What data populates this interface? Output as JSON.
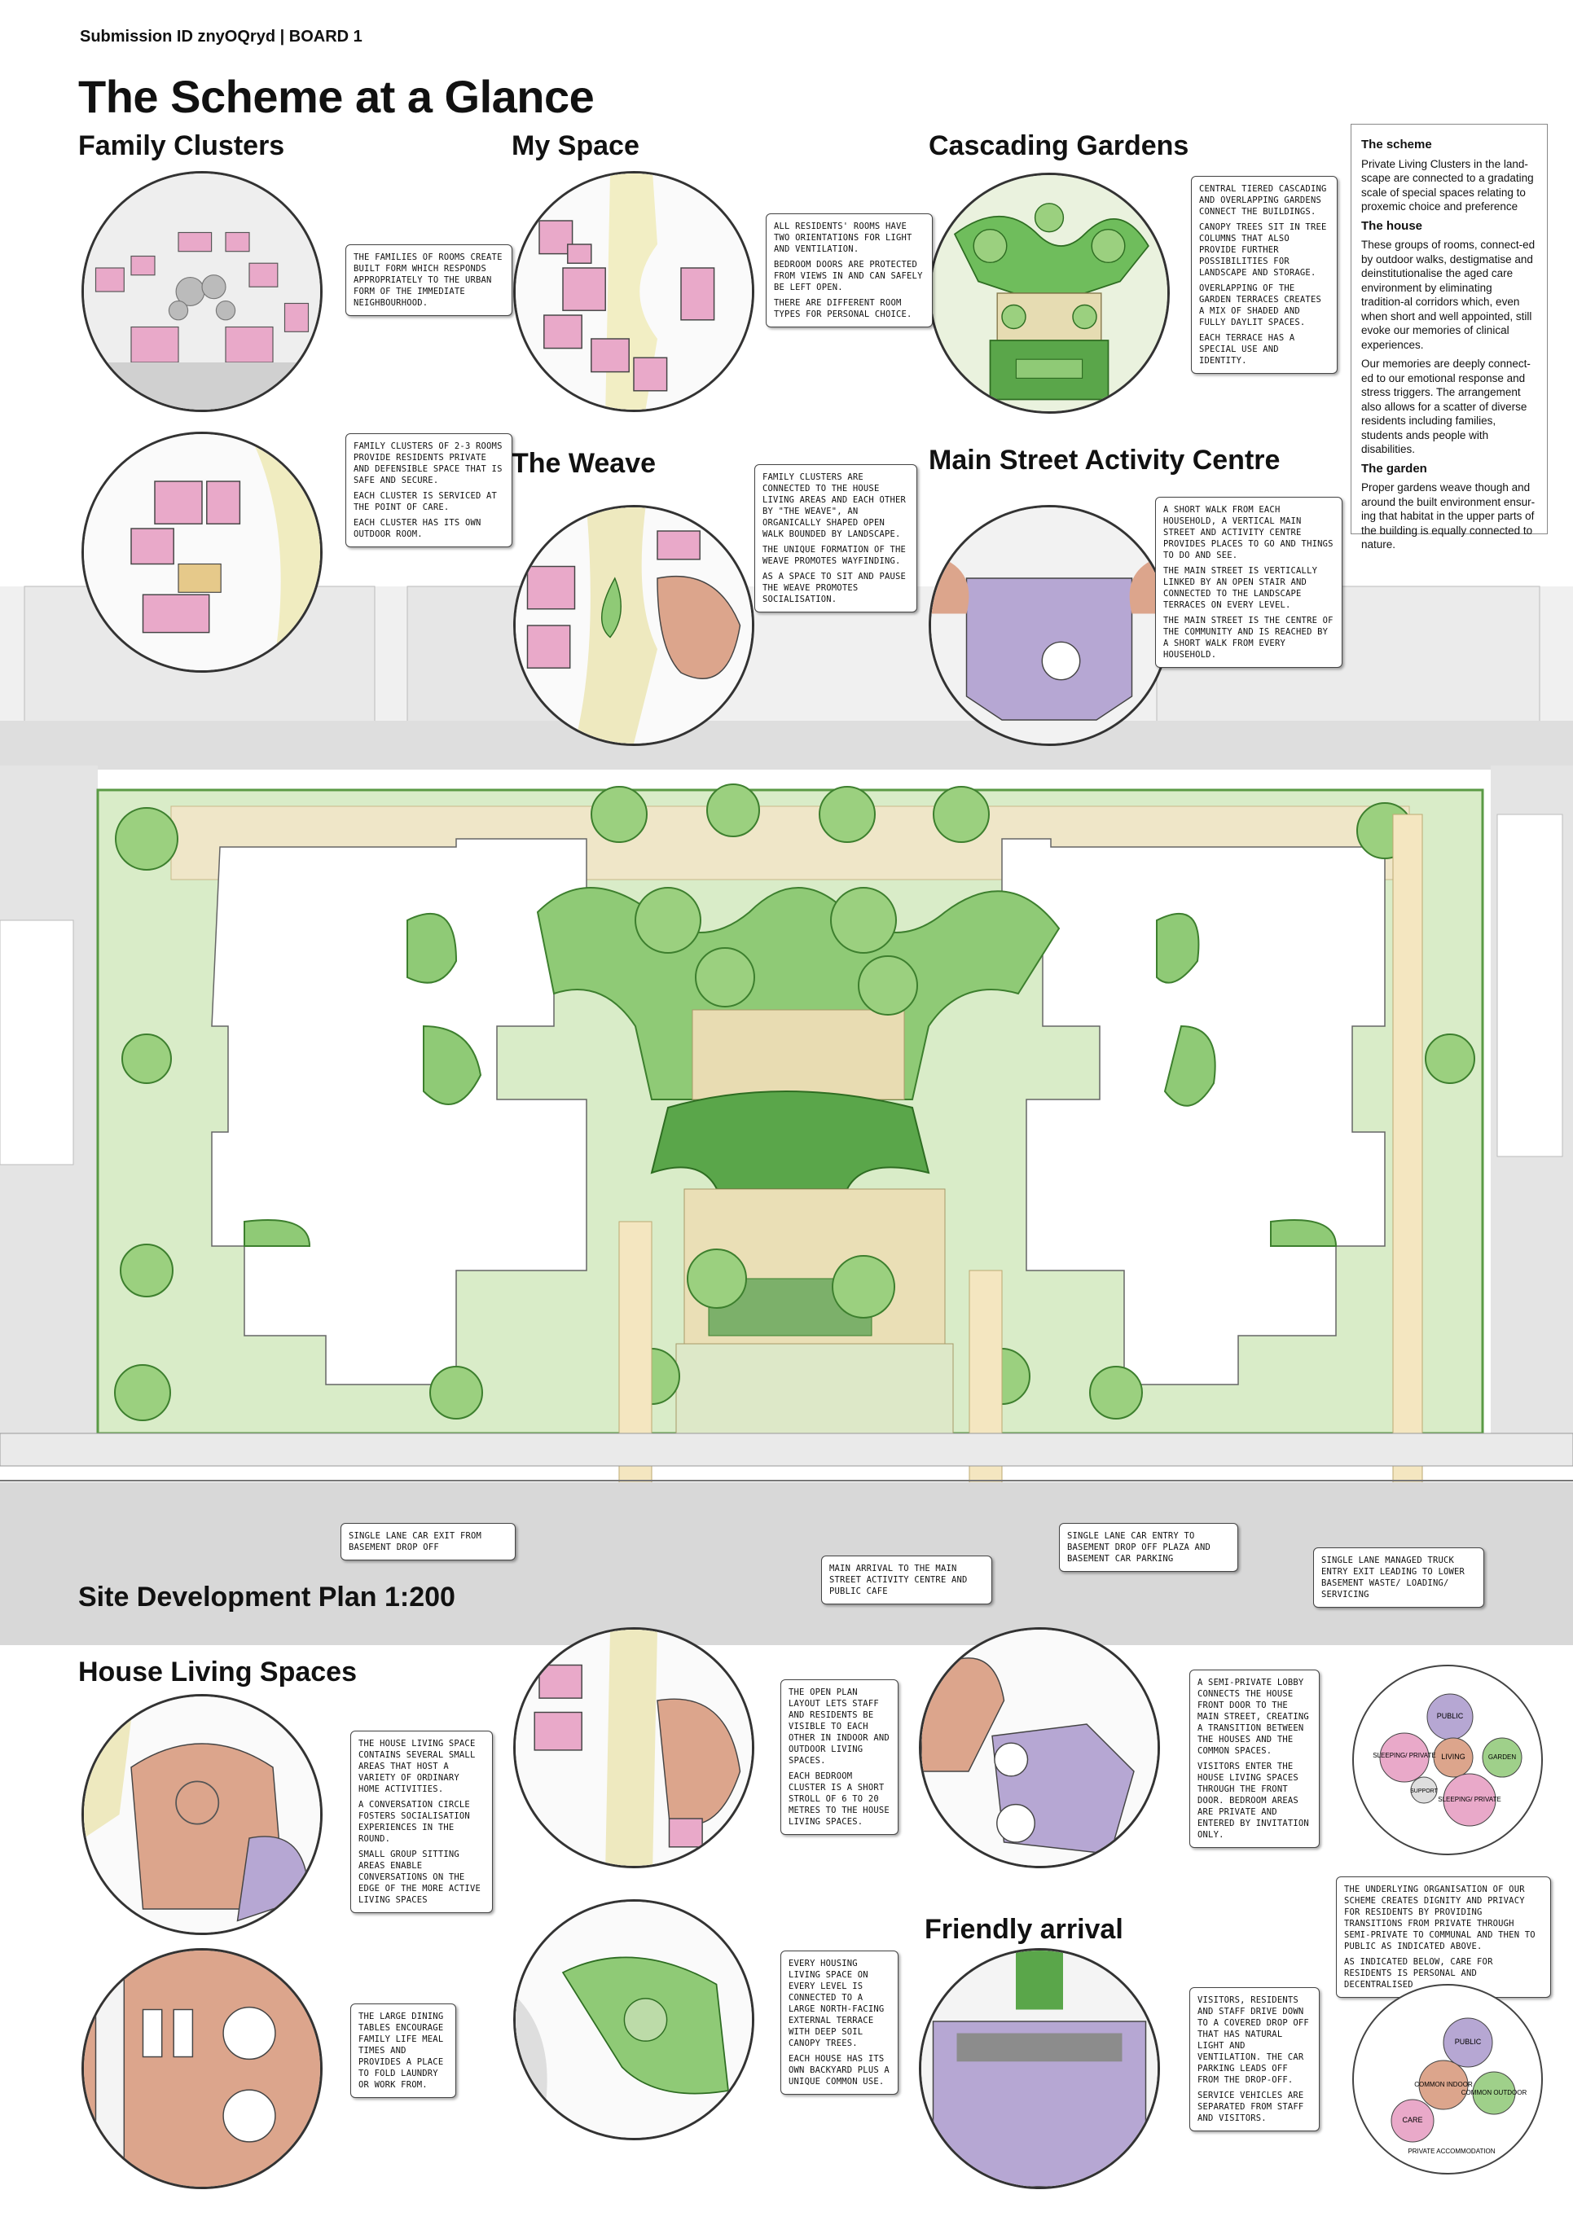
{
  "header": {
    "submission": "Submission ID znyOQryd | BOARD 1",
    "title": "The Scheme at a Glance"
  },
  "sections": {
    "family_clusters": "Family Clusters",
    "my_space": "My Space",
    "cascading_gardens": "Cascading Gardens",
    "the_weave": "The Weave",
    "main_street": "Main Street Activity Centre",
    "site_plan": "Site Development Plan 1:200",
    "house_living": "House Living Spaces",
    "friendly_arrival": "Friendly arrival"
  },
  "scheme_box": {
    "scheme_title": "The scheme",
    "scheme_text": "Private Living Clusters in the land-scape are connected to a gradating scale of special spaces relating to proxemic choice and preference",
    "house_title": "The house",
    "house_text_1": "These groups of rooms, connect-ed by outdoor walks, destigmatise and deinstitutionalise the aged care environment by eliminating tradition-al corridors which, even when short and well appointed, still evoke our memories of clinical experiences.",
    "house_text_2": "Our memories are deeply connect-ed to our emotional response and stress triggers. The arrangement also allows for a scatter of diverse residents including families, students ands people with disabilities.",
    "garden_title": "The garden",
    "garden_text": "Proper gardens weave though and around the built environment ensur-ing that habitat in the upper parts of the building is equally connected to nature."
  },
  "notes": {
    "fc1": [
      "The families of rooms create built form which responds appropriately to the urban form of the immediate neighbourhood."
    ],
    "fc2": [
      "Family clusters of 2-3 rooms provide residents private and defensible space that is safe and secure.",
      "Each cluster is serviced at the point of care.",
      "Each cluster has its own outdoor room."
    ],
    "ms": [
      "All residents' rooms have two orientations for light and ventilation.",
      "Bedroom doors are protected from views in and can safely be left open.",
      "There are different room types for personal choice."
    ],
    "cg": [
      "Central tiered cascading and overlapping gardens connect the buildings.",
      "Canopy trees sit in tree columns that also provide further possibilities for landscape and storage.",
      "Overlapping of the garden terraces creates a mix of shaded and fully daylit spaces.",
      "Each terrace has a special use and identity."
    ],
    "weave": [
      "Family clusters are connected to the house living areas and each other by \"the weave\", an organically shaped open walk bounded by landscape.",
      "The unique formation of the weave promotes wayfinding.",
      "As a space to sit and pause the weave promotes socialisation."
    ],
    "main": [
      "A short walk from each household, a vertical main street and activity centre provides places to go and things to do and see.",
      "The main street is vertically linked by an open stair and connected to the landscape terraces on every level.",
      "The main street is the centre of the community and is reached by a short walk from every household."
    ],
    "p1": [
      "Single lane car exit from basement drop off"
    ],
    "p2": [
      "Main arrival to the main street activity centre and public cafe"
    ],
    "p3": [
      "Single lane car entry to basement drop off plaza and basement car parking"
    ],
    "p4": [
      "Single lane managed truck entry exit leading to lower basement waste/ loading/ servicing"
    ],
    "hl1": [
      "The house living space contains several small areas that host a variety of ordinary home activities.",
      "A conversation circle fosters socialisation experiences in the round.",
      "Small group sitting areas enable conversations on the edge of the more active living spaces"
    ],
    "hl2": [
      "The large dining tables encourage family life meal times and provides a place to fold laundry or work from."
    ],
    "op": [
      "The open plan layout lets staff and residents be visible to each other in indoor and outdoor living spaces.",
      "Each bedroom cluster is a short stroll of 6 to 20 metres to the house living spaces."
    ],
    "terr": [
      "Every housing living space on every level is connected to a large north-facing external terrace with deep soil canopy trees.",
      "Each house has its own backyard plus a unique common use."
    ],
    "lobby": [
      "A semi-private lobby connects the house front door to the main street, creating a transition between the houses and the common spaces.",
      "Visitors enter the house living spaces through the front door. Bedroom areas are private and entered by invitation only."
    ],
    "arr": [
      "Visitors, residents and staff drive down to a covered drop off that has natural light and ventilation. The car parking leads off from the drop-off.",
      "Service vehicles are separated from staff and visitors."
    ],
    "org": [
      "The underlying organisation of our scheme creates dignity and privacy for residents by providing transitions from private through semi-private to communal and then to public as indicated above.",
      "As indicated below, care for residents is personal and decentralised"
    ]
  },
  "diagram_top": {
    "public": "PUBLIC",
    "sleeping_private_left": "SLEEPING/ PRIVATE",
    "living": "LIVING",
    "garden": "GARDEN",
    "support": "SUPPORT",
    "sleeping_private_bottom": "SLEEPING/ PRIVATE"
  },
  "diagram_bottom": {
    "public": "PUBLIC",
    "common_indoor": "COMMON INDOOR",
    "common_outdoor": "COMMON OUTDOOR",
    "care": "CARE",
    "private_accommodation": "PRIVATE ACCOMMODATION"
  },
  "colors": {
    "pink": "#e9a9c9",
    "green_dark": "#3f9a3a",
    "green_light": "#9fd08a",
    "lilac": "#b6a7d3",
    "salmon": "#dca58c",
    "timber": "#e6dcb8",
    "road": "#d8d8d8"
  }
}
